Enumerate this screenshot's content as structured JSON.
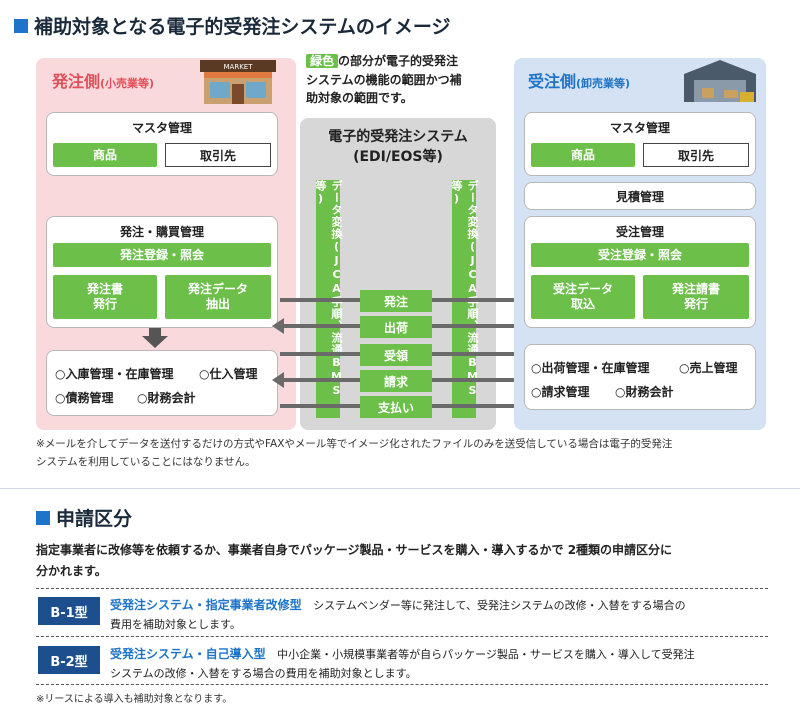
{
  "section1": {
    "title": "補助対象となる電子的受発注システムのイメージ",
    "note_highlight": "緑色",
    "note_text_1": "の部分が電子的受発注",
    "note_text_2": "システムの機能の範囲かつ補",
    "note_text_3": "助対象の範囲です。",
    "left": {
      "title": "発注側",
      "subtitle": "(小売業等)",
      "store_sign": "MARKET",
      "master_title": "マスタ管理",
      "master_items": [
        "商品",
        "取引先"
      ],
      "purchase_title": "発注・購買管理",
      "purchase_reg": "発注登録・照会",
      "purchase_btn1": "発注書\n発行",
      "purchase_btn2": "発注データ\n抽出",
      "other_row1a": "○入庫管理・在庫管理",
      "other_row1b": "○仕入管理",
      "other_row2a": "○債務管理",
      "other_row2b": "○財務会計"
    },
    "center": {
      "title_1": "電子的受発注システム",
      "title_2": "(EDI/EOS等)",
      "col_left": "データ変換(JCA手順、流通BMS等)",
      "col_right": "データ変換(JCA手順、流通BMS等)",
      "flows": [
        "発注",
        "出荷",
        "受領",
        "請求",
        "支払い"
      ]
    },
    "right": {
      "title": "受注側",
      "subtitle": "(卸売業等)",
      "master_title": "マスタ管理",
      "master_items": [
        "商品",
        "取引先"
      ],
      "quote_title": "見積管理",
      "order_title": "受注管理",
      "order_reg": "受注登録・照会",
      "order_btn1": "受注データ\n取込",
      "order_btn2": "発注請書\n発行",
      "other_row1a": "○出荷管理・在庫管理",
      "other_row1b": "○売上管理",
      "other_row2a": "○請求管理",
      "other_row2b": "○財務会計"
    },
    "footnote_1": "※メールを介してデータを送付するだけの方式やFAXやメール等でイメージ化されたファイルのみを送受信している場合は電子的受発注",
    "footnote_2": "システムを利用していることにはなりません。"
  },
  "section2": {
    "title": "申請区分",
    "intro_1": "指定事業者に改修等を依頼するか、事業者自身でパッケージ製品・サービスを購入・導入するかで 2種類の申請区分に",
    "intro_2": "分かれます。",
    "b1": {
      "badge": "B-1型",
      "heading": "受発注システム・指定事業者改修型",
      "text_1": "システムベンダー等に発注して、受発注システムの改修・入替をする場合の",
      "text_2": "費用を補助対象とします。"
    },
    "b2": {
      "badge": "B-2型",
      "heading": "受発注システム・自己導入型",
      "text_1": "中小企業・小規模事業者等が自らパッケージ製品・サービスを購入・導入して受発注",
      "text_2": "システムの改修・入替をする場合の費用を補助対象とします。"
    },
    "footnote": "※リースによる導入も補助対象となります。"
  },
  "colors": {
    "accent": "#1e74c8",
    "green": "#6cc04a",
    "pink": "#f9d9db",
    "blue": "#d4e2f3",
    "left_title": "#e0505a",
    "right_title": "#1e74c8"
  }
}
